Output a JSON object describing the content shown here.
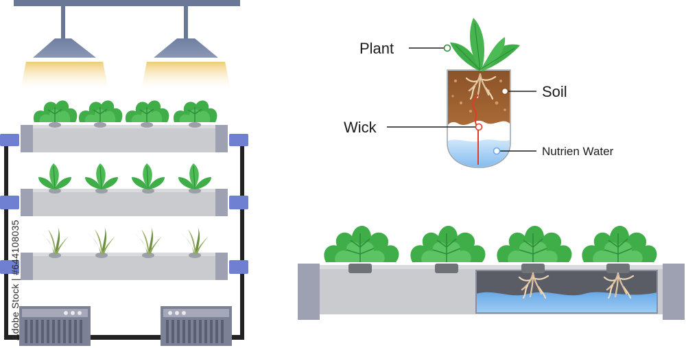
{
  "labels": {
    "plant": "Plant",
    "soil": "Soil",
    "wick": "Wick",
    "nutrient_water": "Nutrien Water"
  },
  "watermark": "Adobe Stock | #644108035",
  "colors": {
    "frame": "#222222",
    "pipe": "#c9cbcf",
    "pipe_cap": "#8a8ea0",
    "connector": "#6f7fd1",
    "leaf": "#3fae49",
    "leaf_dark": "#2e8c3a",
    "lamp": "#6a7796",
    "light": "#f2cf7a",
    "soil": "#9c6232",
    "water": "#a9d3f5",
    "root": "#f1d9b8",
    "wick": "#e23a2a"
  },
  "icons": [
    "grow-lamp-icon",
    "plant-icon",
    "pump-unit-icon",
    "pipe-connector-icon"
  ]
}
